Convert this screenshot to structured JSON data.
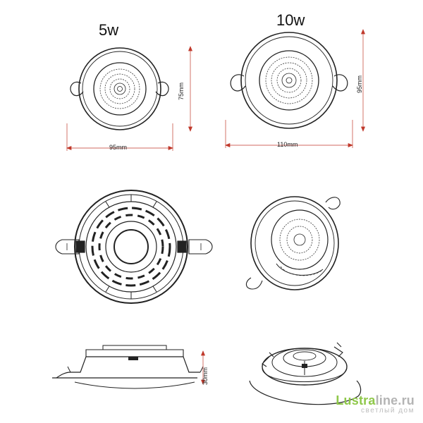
{
  "labels": {
    "title_5w": "5w",
    "title_10w": "10w",
    "dim_95mm_width": "95mm",
    "dim_75mm_height": "75mm",
    "dim_110mm_width": "110mm",
    "dim_95mm_height": "95mm",
    "dim_30mm_depth": "30mm"
  },
  "watermark": {
    "brand_prefix": "Lustra",
    "brand_suffix": "line.ru",
    "tagline": "светлый дом"
  },
  "colors": {
    "line": "#222222",
    "dimension": "#c0392b",
    "watermark_gray": "#b4b4b4",
    "watermark_green": "#8fc84a"
  }
}
